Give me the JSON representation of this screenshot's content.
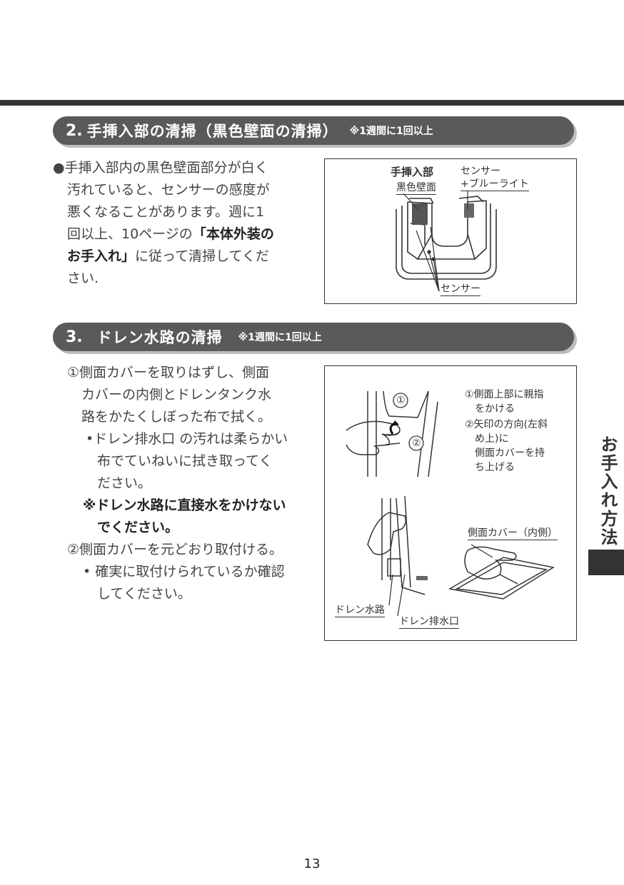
{
  "section2": {
    "number": "2.",
    "title": "手挿入部の清掃（黒色壁面の清掃）",
    "note": "※1週間に1回以上",
    "body": {
      "line1": "●手挿入部内の黒色壁面部分が白く",
      "line2": "汚れていると、センサーの感度が",
      "line3": "悪くなることがあります。週に1",
      "line4a": "回以上、10ページの",
      "line4b": "「本体外装の",
      "line5a": "お手入れ」",
      "line5b": "に従って清掃してくだ",
      "line6": "さい."
    },
    "figure": {
      "label_inlet": "手挿入部",
      "label_black_wall": "黒色壁面",
      "label_sensor_top1": "センサー",
      "label_sensor_top2": "+ブルーライト",
      "label_sensor_bottom": "センサー"
    }
  },
  "section3": {
    "number": "3.",
    "title": "ドレン水路の清掃",
    "note": "※1週間に1回以上",
    "step1": {
      "line1": "①側面カバーを取りはずし、側面",
      "line2": "カバーの内側とドレンタンク水",
      "line3": "路をかたくしぼった布で拭く。"
    },
    "bullet1": {
      "line1": "•ドレン排水口 の汚れは柔らかい",
      "line2": "布でていねいに拭き取ってく",
      "line3": "ださい。"
    },
    "warning": {
      "line1": "※ドレン水路に直接水をかけない",
      "line2": "でください。"
    },
    "step2": "②側面カバーを元どおり取付ける。",
    "bullet2": {
      "line1": "• 確実に取付けられているか確認",
      "line2": "してください。"
    },
    "figure": {
      "marker1": "①",
      "marker2": "②",
      "inst1a": "①側面上部に親指",
      "inst1b": "をかける",
      "inst2a": "②矢印の方向(左斜",
      "inst2b": "め上)に",
      "inst2c": "側面カバーを持",
      "inst2d": "ち上げる",
      "label_cover_inner": "側面カバー（内側）",
      "label_drain_channel": "ドレン水路",
      "label_drain_outlet": "ドレン排水口"
    }
  },
  "side_tab": "お手入れ方法",
  "page_number": "13"
}
